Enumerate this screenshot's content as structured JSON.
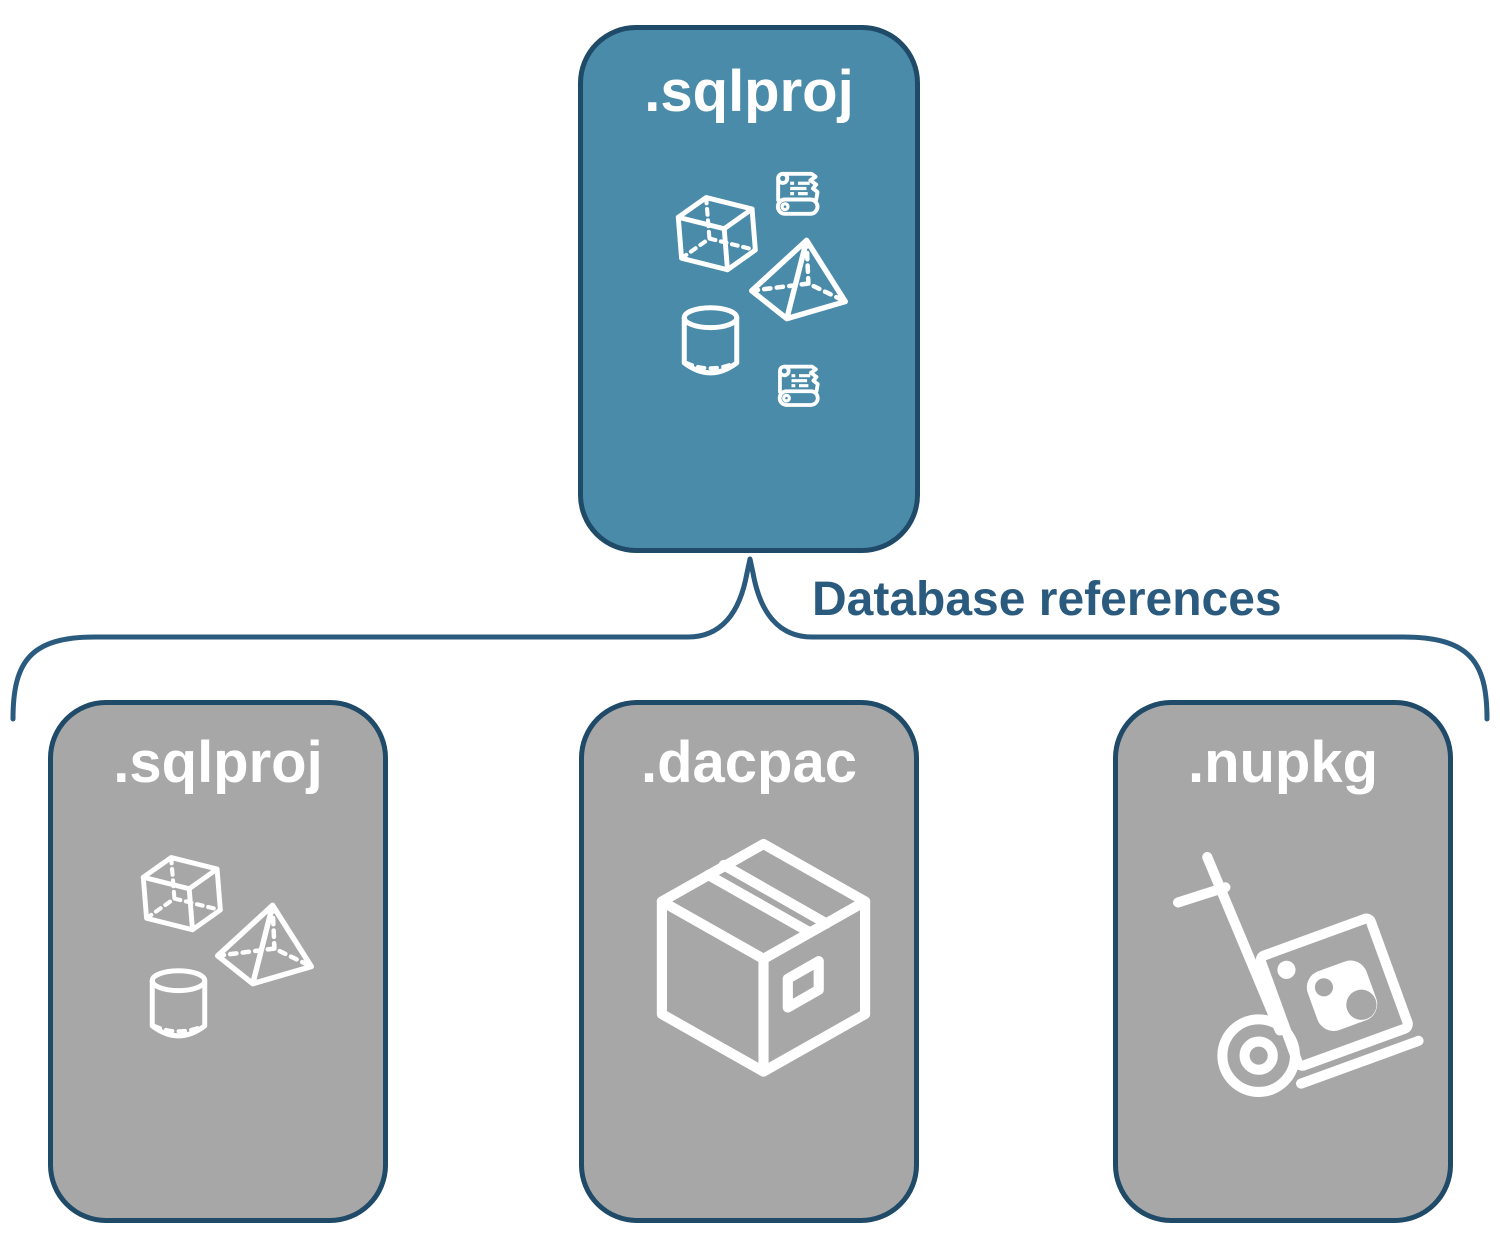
{
  "colors": {
    "root_card_fill": "#4A8BAA",
    "child_card_fill": "#A7A7A7",
    "card_border": "#1F4A68",
    "connector_line": "#2A5A7D",
    "label_text": "#2A5A7D",
    "card_title_text": "#FFFFFF"
  },
  "root_card": {
    "label": ".sqlproj",
    "icons": [
      "script-scroll-icon",
      "cube-icon",
      "pyramid-icon",
      "cylinder-icon",
      "script-scroll-icon"
    ]
  },
  "connector": {
    "label": "Database references"
  },
  "child_cards": [
    {
      "label": ".sqlproj",
      "icons": [
        "cube-icon",
        "pyramid-icon",
        "cylinder-icon"
      ]
    },
    {
      "label": ".dacpac",
      "icons": [
        "package-box-icon"
      ]
    },
    {
      "label": ".nupkg",
      "icons": [
        "nuget-hand-truck-icon"
      ]
    }
  ]
}
